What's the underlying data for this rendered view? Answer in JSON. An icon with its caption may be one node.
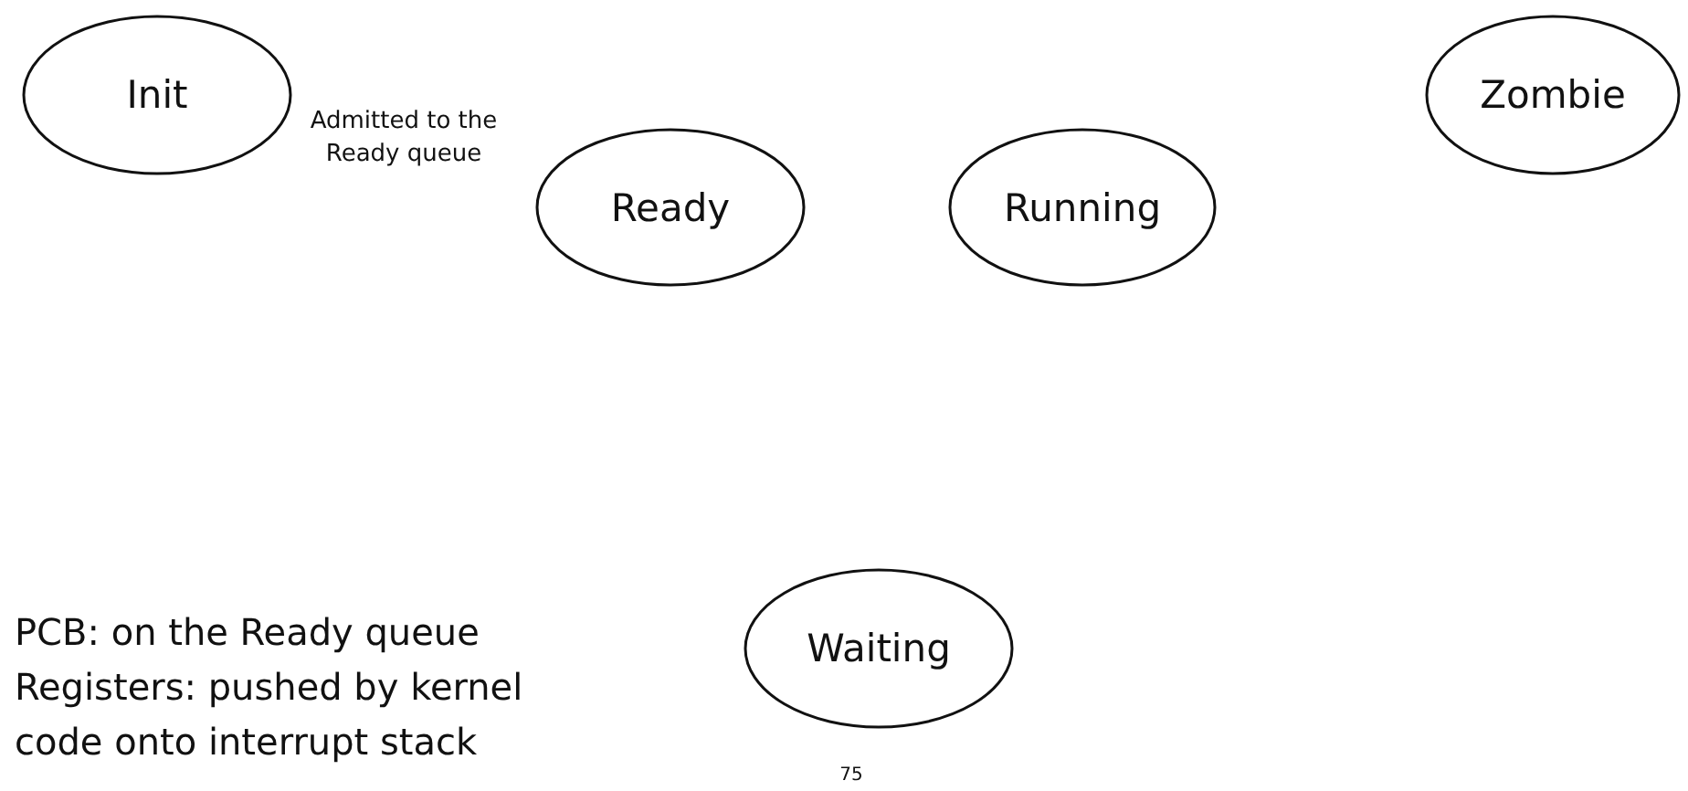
{
  "diagram": {
    "nodes": [
      {
        "text": [
          "Init"
        ]
      },
      {
        "text": [
          "Ready"
        ]
      },
      {
        "text": [
          "Running"
        ]
      },
      {
        "text": [
          "Zombie"
        ]
      },
      {
        "text": [
          "Waiting"
        ]
      }
    ],
    "labels": [
      "Admitted to the Ready queue",
      "PCB: on the Ready queue",
      "Registers: pushed by kernel code onto interrupt stack",
      "75"
    ]
  }
}
